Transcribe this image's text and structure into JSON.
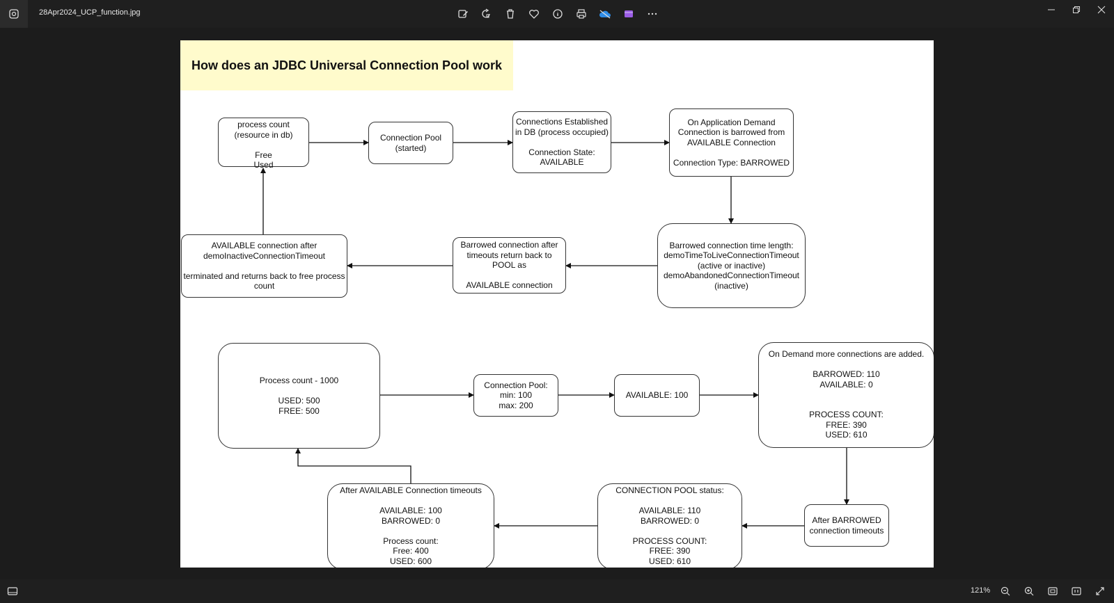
{
  "window": {
    "filename": "28Apr2024_UCP_function.jpg",
    "toolbar_icons": [
      "edit-image-icon",
      "rotate-icon",
      "delete-icon",
      "favorite-icon",
      "info-icon",
      "print-icon",
      "onedrive-icon",
      "video-editor-icon",
      "more-icon"
    ],
    "window_controls": [
      "minimize-icon",
      "restore-icon",
      "close-icon"
    ]
  },
  "diagram": {
    "title": "How does an JDBC Universal Connection Pool work",
    "nodes": {
      "process_count": "process count\n(resource in db)\n\nFree\nUsed",
      "connection_pool_started": "Connection Pool\n(started)",
      "connections_established": "Connections Established\nin DB (process occupied)\n\nConnection  State:\nAVAILABLE",
      "on_application_demand": "On Application Demand\nConnection is barrowed from\nAVAILABLE Connection\n\nConnection Type: BARROWED",
      "barrowed_time_length": "Barrowed connection time length:\ndemoTimeToLiveConnectionTimeout\n(active or inactive)\ndemoAbandonedConnectionTimeout\n(inactive)",
      "barrowed_return": "Barrowed connection after\ntimeouts return back to\nPOOL as\n\nAVAILABLE connection",
      "available_after_inactive": "AVAILABLE connection after\ndemoInactiveConnectionTimeout\n\nterminated and returns back to free process\ncount",
      "process_count_1000": "Process count - 1000\n\nUSED: 500\nFREE: 500",
      "pool_min_max": "Connection Pool:\nmin: 100\nmax: 200",
      "available_100": "AVAILABLE: 100",
      "on_demand_more": "On Demand more connections are added.\n\nBARROWED: 110\nAVAILABLE: 0\n\n\nPROCESS COUNT:\nFREE: 390\nUSED: 610",
      "after_barrowed_timeouts": "After BARROWED\nconnection timeouts",
      "pool_status": "CONNECTION POOL status:\n\nAVAILABLE: 110\nBARROWED: 0\n\nPROCESS COUNT:\nFREE: 390\nUSED: 610",
      "after_available_timeouts": "After AVAILABLE Connection timeouts\n\nAVAILABLE: 100\nBARROWED: 0\n\nProcess count:\nFree: 400\nUSED: 600"
    }
  },
  "statusbar": {
    "zoom": "121%",
    "icons": [
      "filmstrip-icon",
      "zoom-out-icon",
      "zoom-in-icon",
      "fit-to-window-icon",
      "actual-size-icon",
      "fullscreen-icon"
    ]
  },
  "colors": {
    "background": "#1c1c1c",
    "bar": "#1f1f1f",
    "title_highlight": "#fffbcc",
    "canvas": "#ffffff",
    "onedrive": "#2f8ce6",
    "video_editor": "#9b5de5"
  }
}
